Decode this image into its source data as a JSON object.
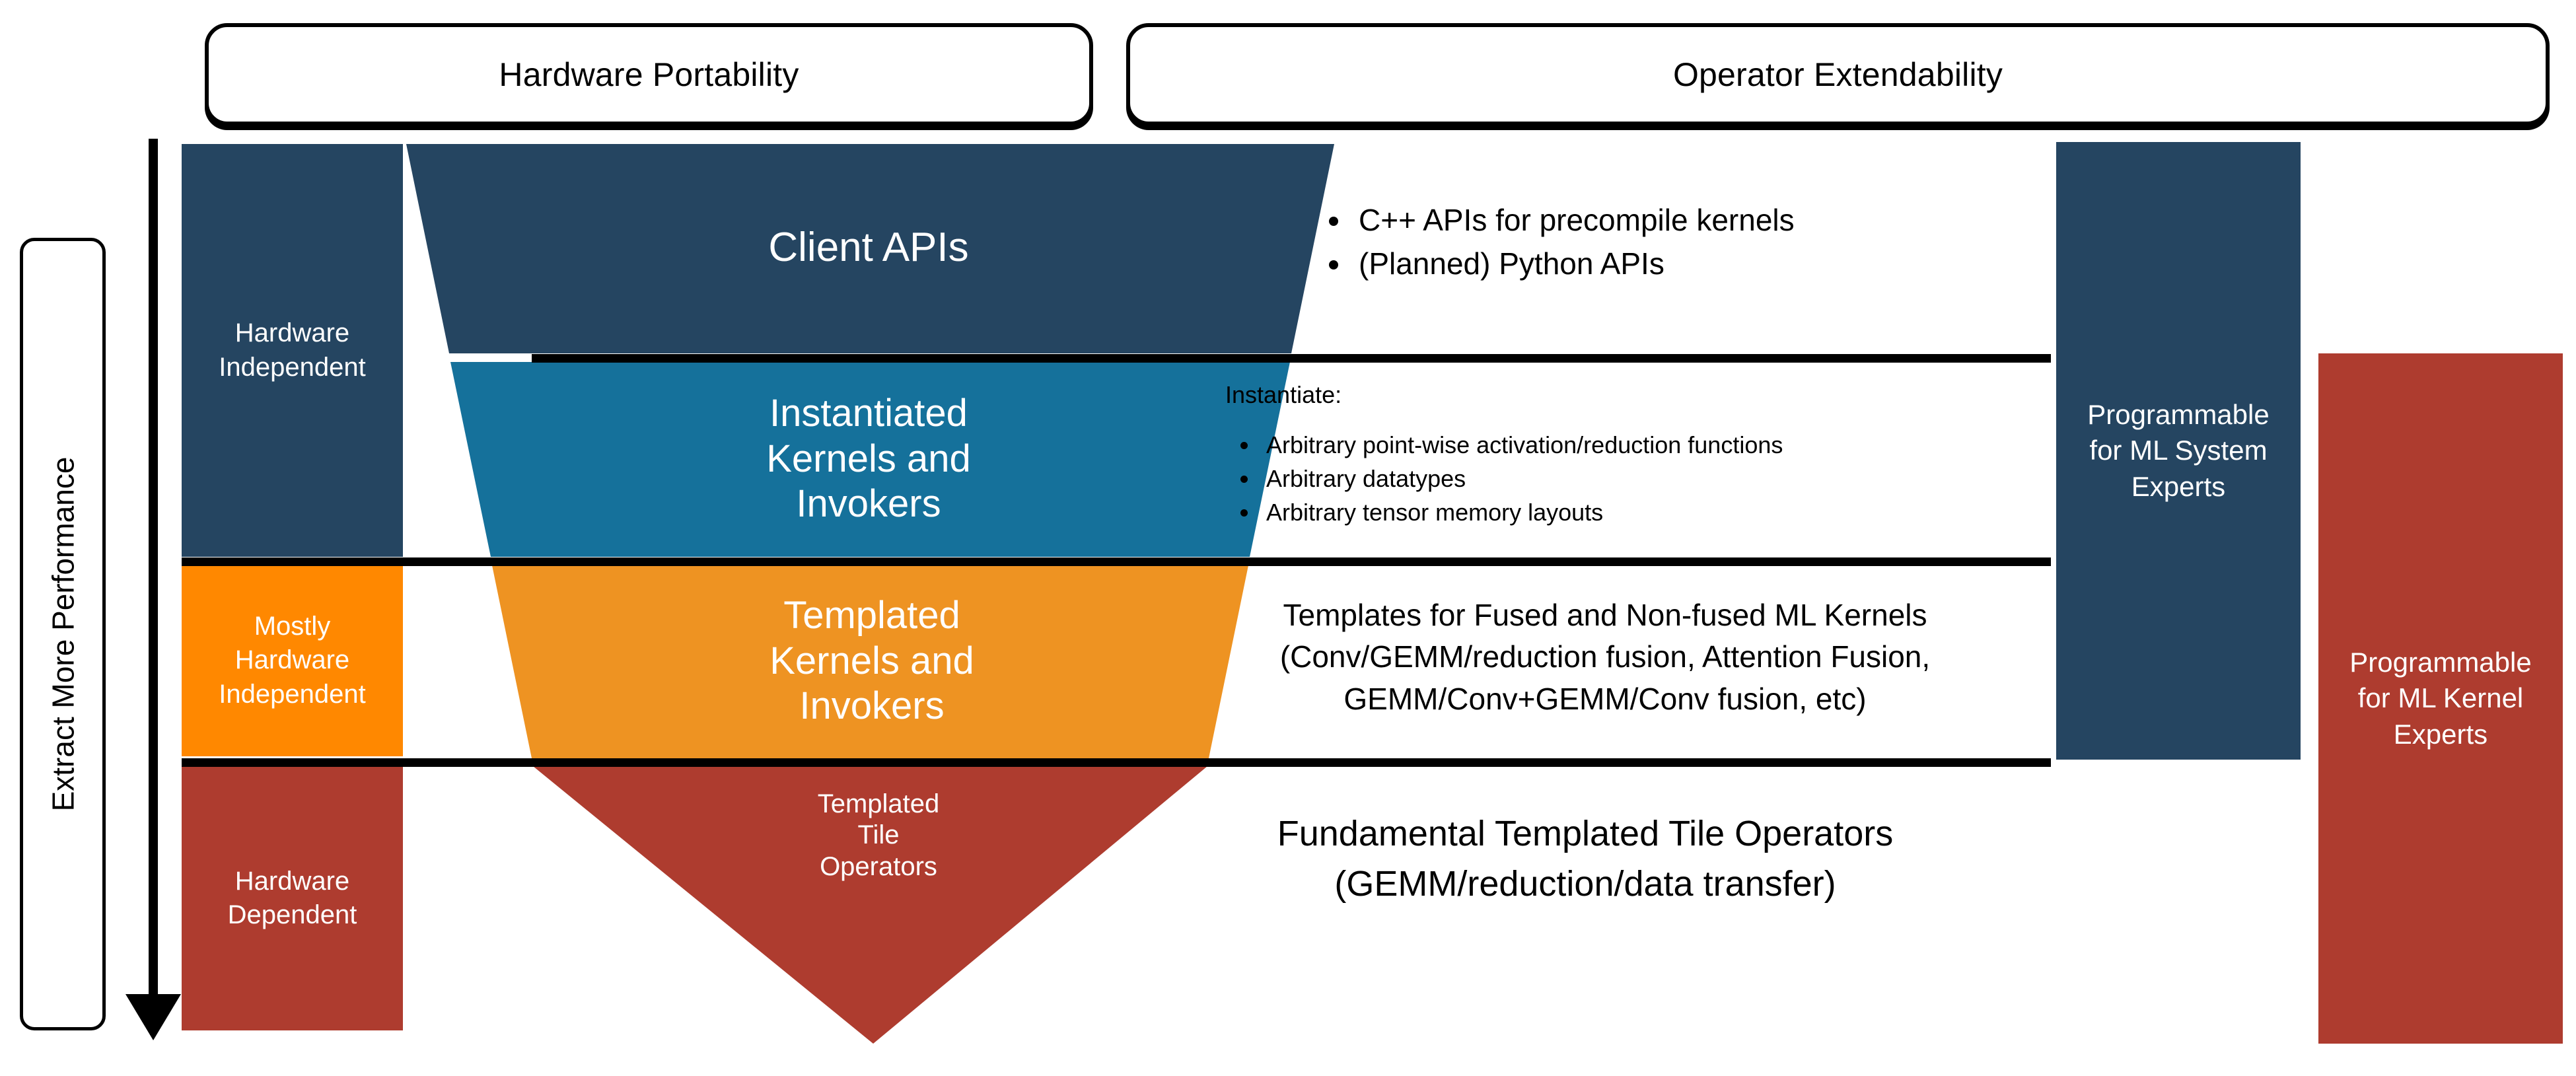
{
  "headers": [
    {
      "label": "Hardware Portability"
    },
    {
      "label": "Operator Extendability"
    }
  ],
  "axis": {
    "label": "Extract More Performance",
    "arrow_direction": "down"
  },
  "left_bars": [
    {
      "label": "Hardware\nIndependent",
      "color": "#254561"
    },
    {
      "label": "Mostly\nHardware\nIndependent",
      "color": "#FF8800"
    },
    {
      "label": "Hardware\nDependent",
      "color": "#AE3C2F"
    }
  ],
  "funnel": {
    "layers": [
      {
        "label": "Client APIs",
        "color": "#254561"
      },
      {
        "label": "Instantiated\nKernels and\nInvokers",
        "color": "#15719B"
      },
      {
        "label": "Templated\nKernels and\nInvokers",
        "color": "#EE9322"
      },
      {
        "label": "Templated\nTile\nOperators",
        "color": "#AE3C2F"
      }
    ]
  },
  "descriptions": {
    "client_apis": {
      "bullets": [
        "C++ APIs for precompile kernels",
        "(Planned) Python APIs"
      ]
    },
    "instantiated": {
      "lead": "Instantiate:",
      "bullets": [
        "Arbitrary point-wise activation/reduction functions",
        "Arbitrary datatypes",
        "Arbitrary tensor memory layouts"
      ]
    },
    "templated_kernels": {
      "lines": [
        "Templates for Fused and Non-fused ML Kernels",
        "(Conv/GEMM/reduction fusion, Attention Fusion,",
        "GEMM/Conv+GEMM/Conv fusion, etc)"
      ]
    },
    "tile_operators": {
      "lines": [
        "Fundamental Templated Tile Operators",
        "(GEMM/reduction/data transfer)"
      ]
    }
  },
  "right_bars": [
    {
      "label": "Programmable\nfor ML System\nExperts",
      "color": "#254561"
    },
    {
      "label": "Programmable\nfor ML Kernel\nExperts",
      "color": "#AE3C2F"
    }
  ],
  "colors": {
    "navy": "#254561",
    "blue": "#15719B",
    "orange_funnel": "#EE9322",
    "orange_bar": "#FF8800",
    "red": "#AE3C2F",
    "rule": "#000000",
    "background": "#FFFFFF"
  }
}
